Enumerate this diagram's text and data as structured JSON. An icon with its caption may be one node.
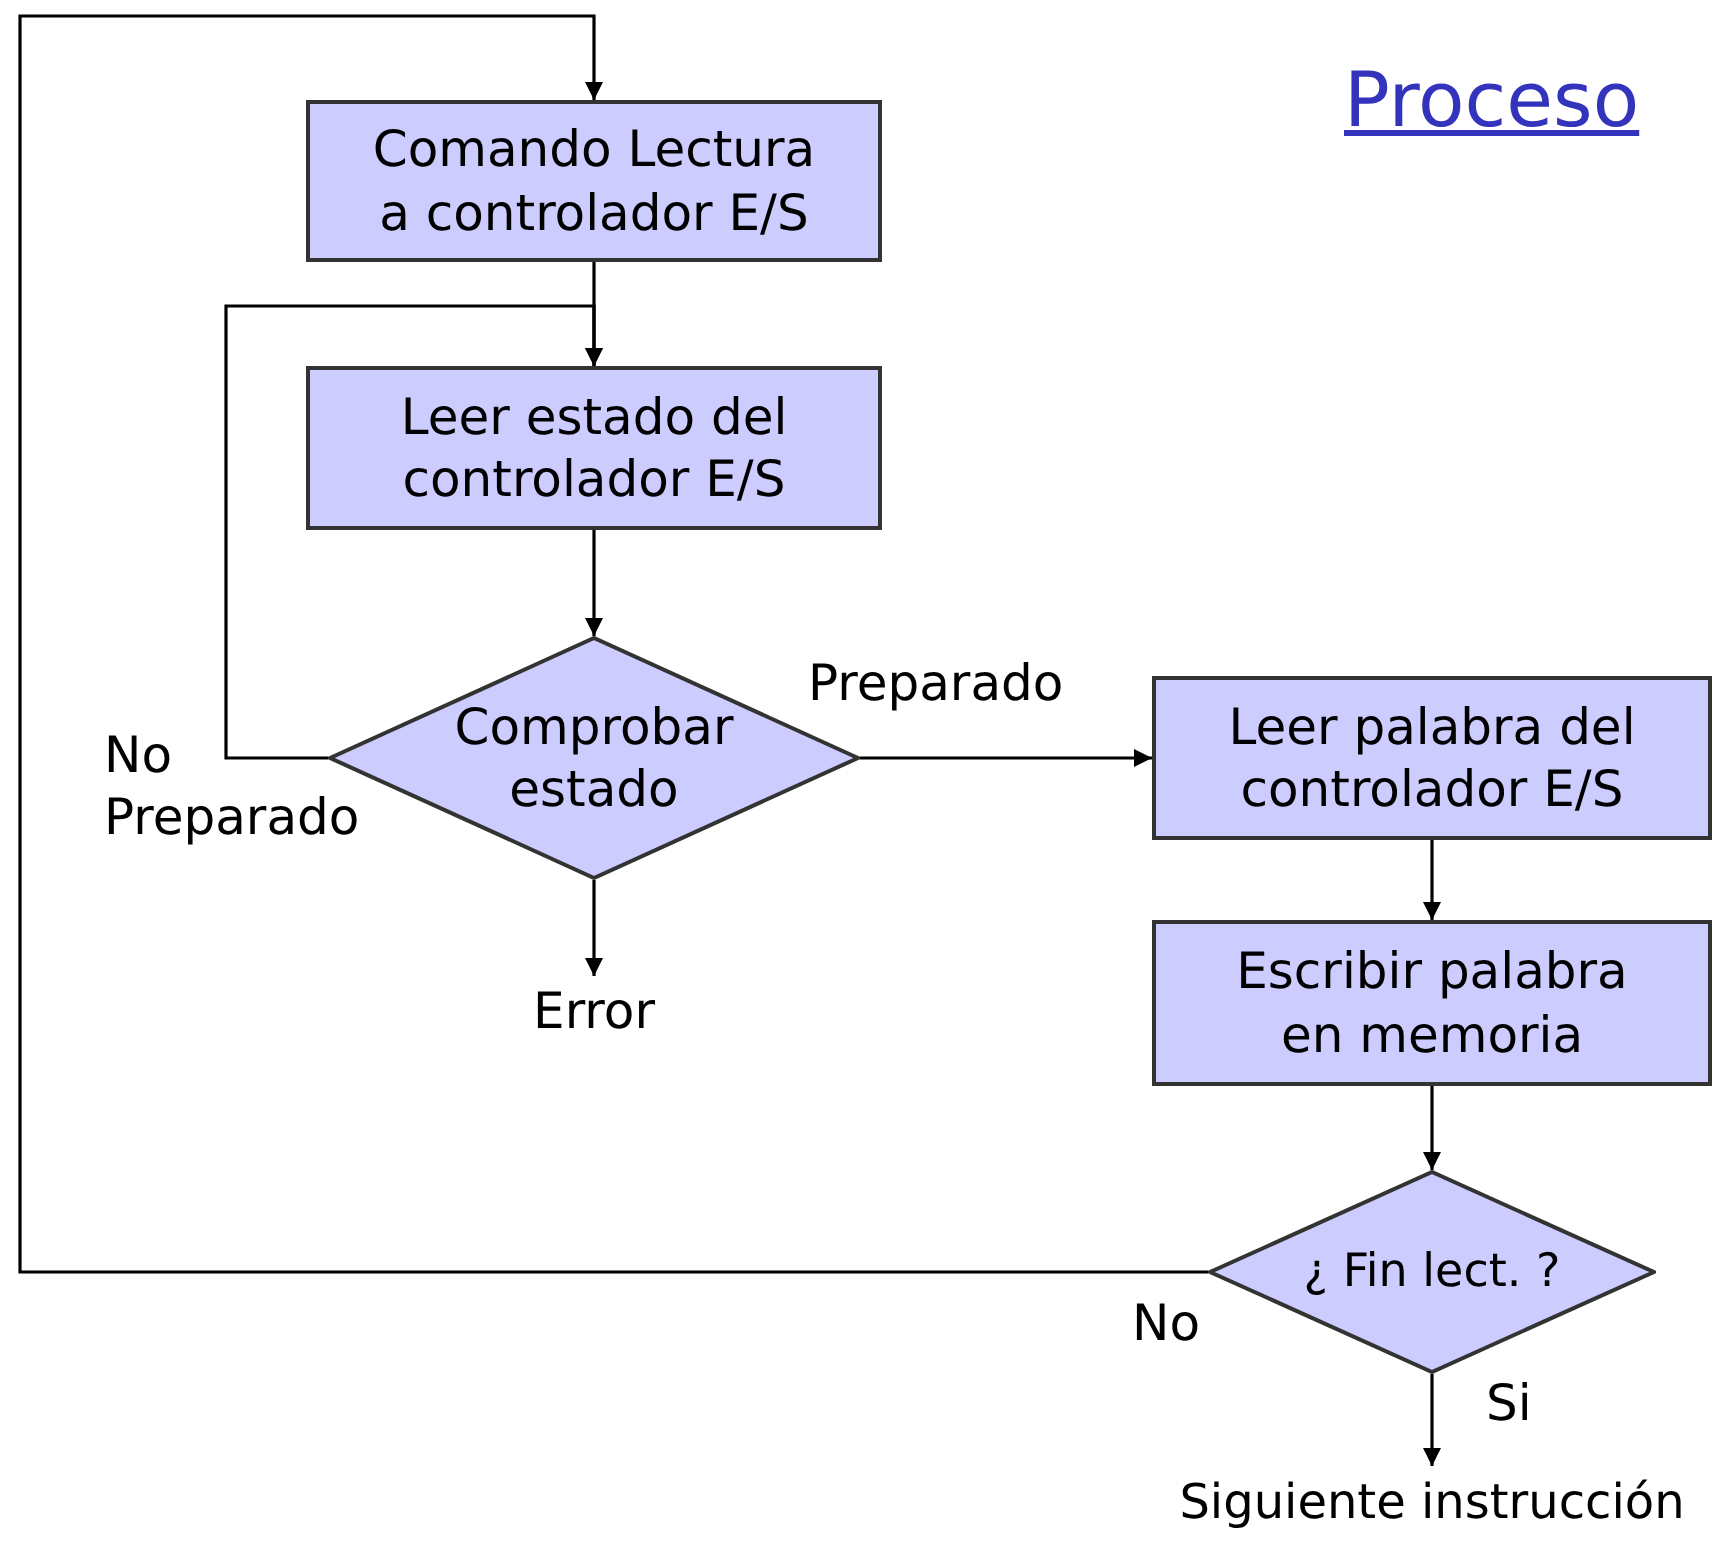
{
  "diagram": {
    "title": "Proceso",
    "nodes": [
      {
        "text": [
          "Comando Lectura a controlador E/S"
        ]
      },
      {
        "text": [
          "Leer estado del controlador E/S"
        ]
      },
      {
        "text": [
          "Comprobar estado"
        ]
      },
      {
        "text": [
          "Leer palabra del controlador E/S"
        ]
      },
      {
        "text": [
          "Escribir palabra en memoria"
        ]
      },
      {
        "text": [
          "¿ Fin lect. ?"
        ]
      },
      {
        "text": [
          "Error"
        ]
      },
      {
        "text": [
          "Siguiente instrucción"
        ]
      }
    ],
    "edges": [
      {
        "from": 0,
        "to": 1,
        "arrow": "to"
      },
      {
        "from": 1,
        "to": 2,
        "arrow": "to"
      },
      {
        "from": 2,
        "to": 1,
        "arrow": "to",
        "label": "No Preparado"
      },
      {
        "from": 2,
        "to": 3,
        "arrow": "to",
        "label": "Preparado"
      },
      {
        "from": 2,
        "to": 6,
        "arrow": "to"
      },
      {
        "from": 3,
        "to": 4,
        "arrow": "to"
      },
      {
        "from": 4,
        "to": 5,
        "arrow": "to"
      },
      {
        "from": 5,
        "to": 0,
        "arrow": "to",
        "label": "No"
      },
      {
        "from": 5,
        "to": 7,
        "arrow": "to",
        "label": "Si"
      }
    ]
  }
}
